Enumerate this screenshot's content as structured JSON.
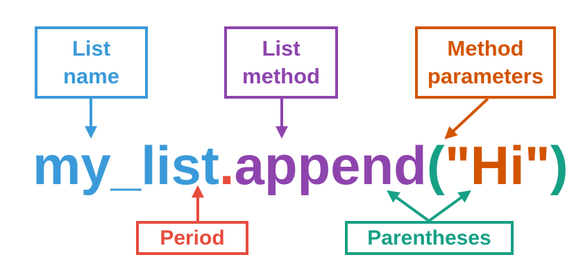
{
  "colors": {
    "list_name": "#3a9ad9",
    "list_method": "#8e44ad",
    "method_params": "#d35400",
    "period": "#e74c3c",
    "parentheses": "#16a085"
  },
  "labels": {
    "list_name": [
      "List",
      "name"
    ],
    "list_method": [
      "List",
      "method"
    ],
    "method_params": [
      "Method",
      "parameters"
    ],
    "period": "Period",
    "parentheses": "Parentheses"
  },
  "code": {
    "list_name": "my_list",
    "period": ".",
    "method": "append",
    "open_paren": "(",
    "param": "\"Hi\"",
    "close_paren": ")"
  }
}
